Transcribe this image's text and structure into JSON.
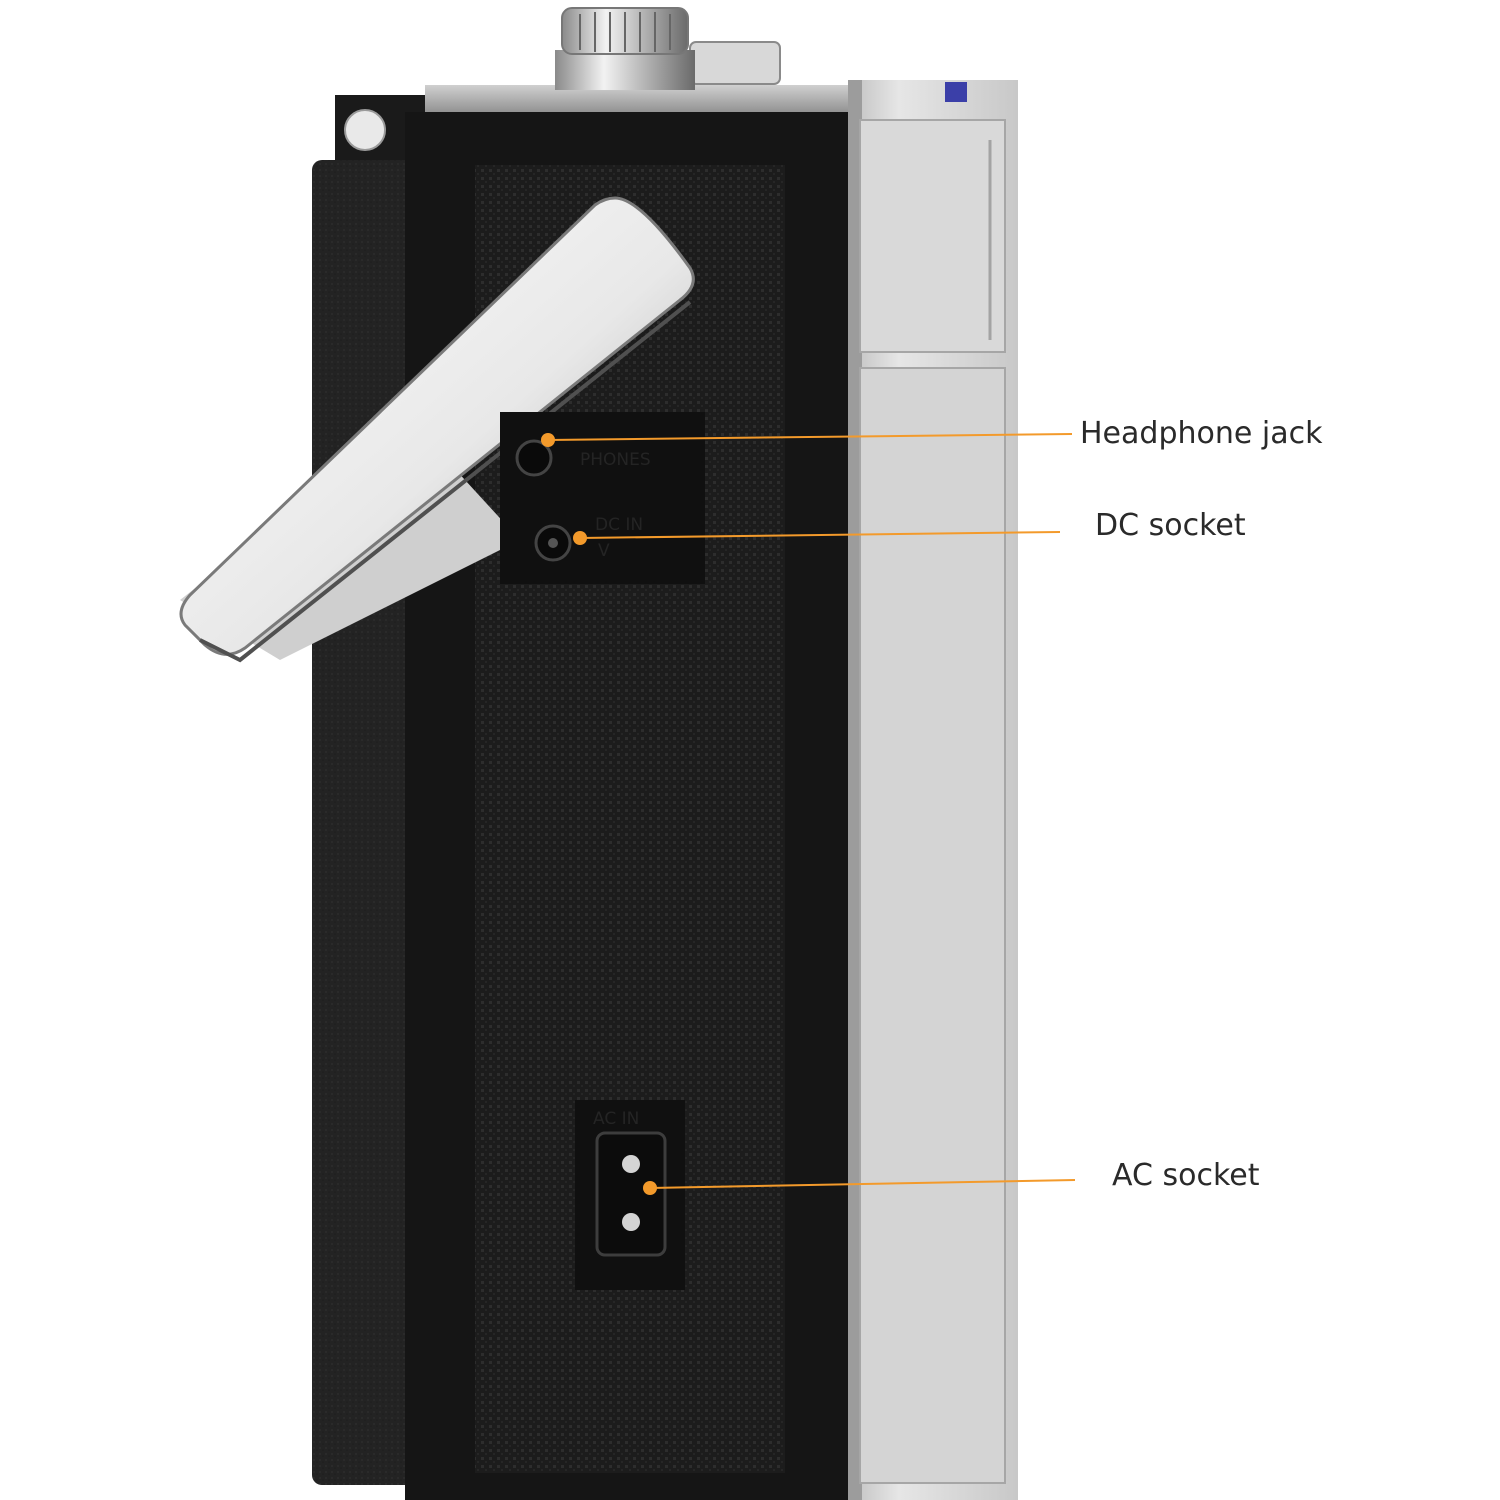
{
  "accent_color": "#f39a2b",
  "callouts": {
    "headphone": "Headphone jack",
    "dc": "DC socket",
    "ac": "AC socket"
  },
  "panel_markings": {
    "phones": "PHONES",
    "dc_in": "DC IN",
    "dc_volt": "V",
    "ac_in": "AC IN"
  }
}
